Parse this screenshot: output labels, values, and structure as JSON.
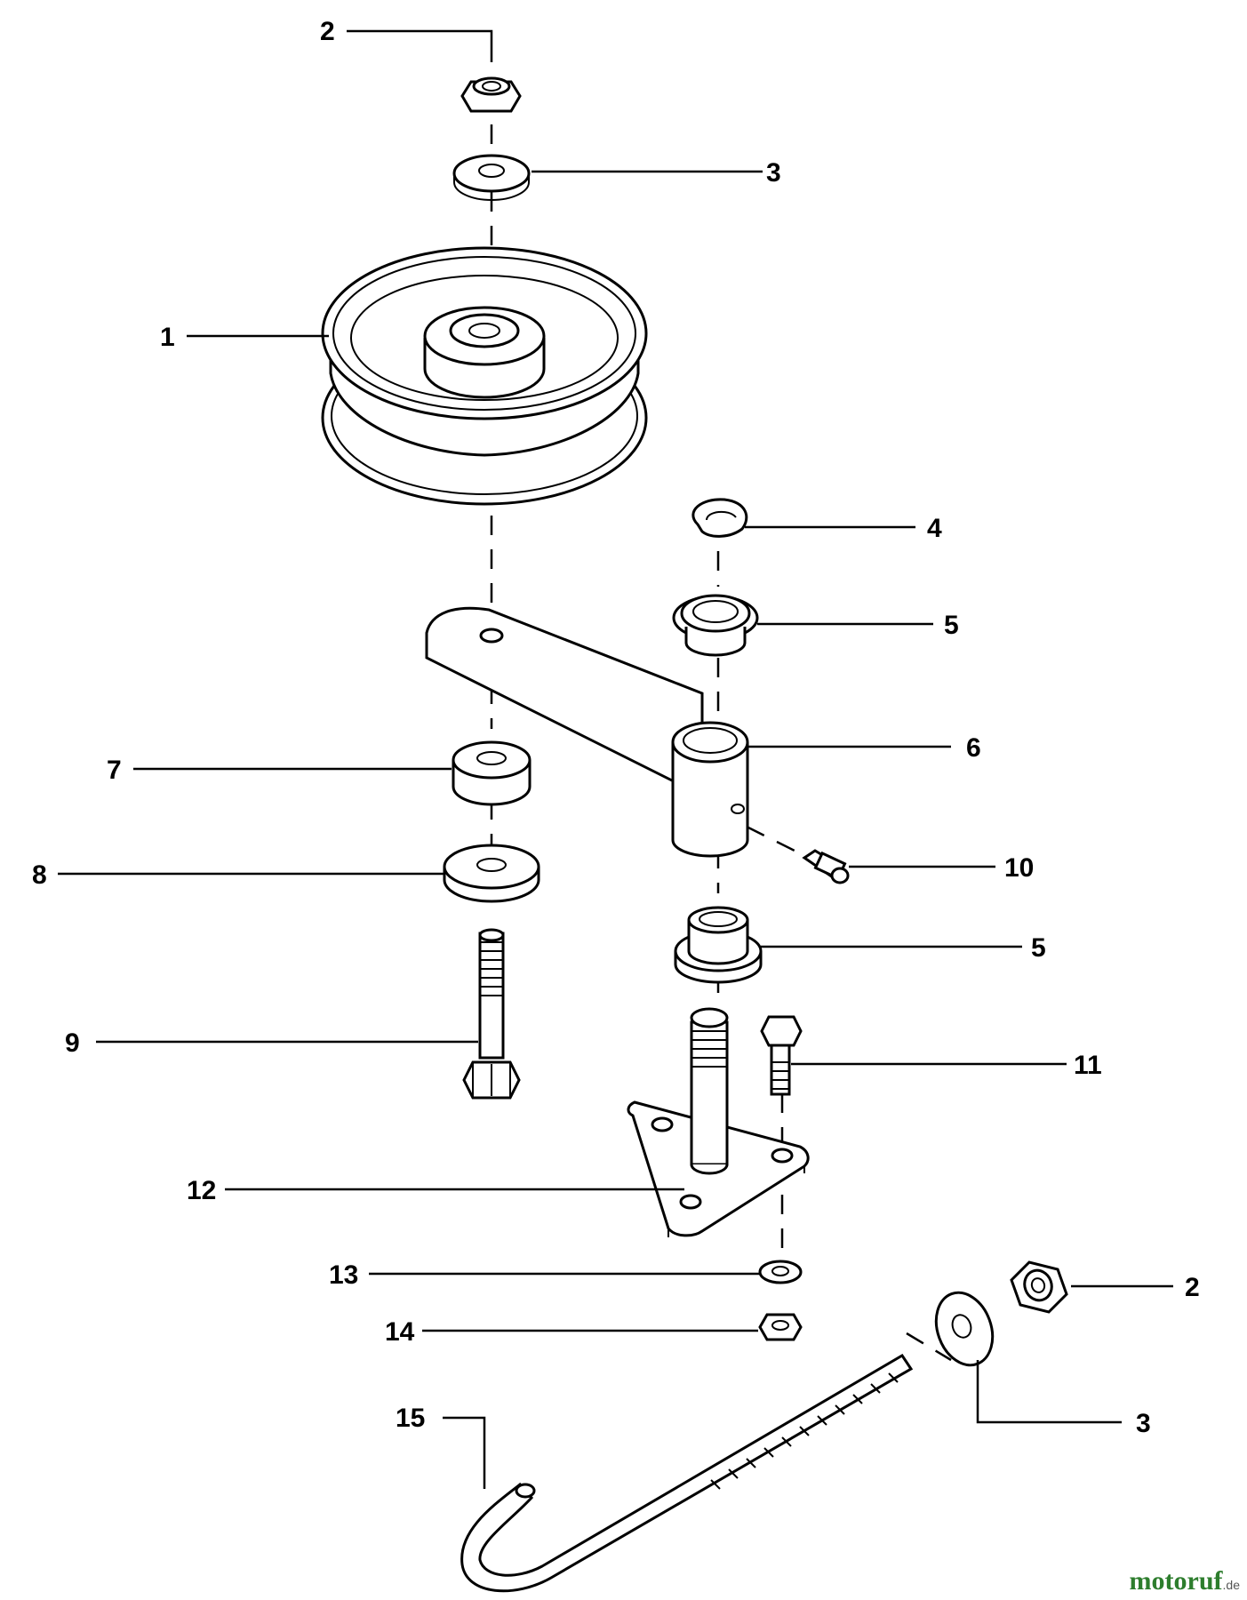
{
  "callouts": {
    "c1": "1",
    "c2_top": "2",
    "c3_top": "3",
    "c4": "4",
    "c5_top": "5",
    "c6": "6",
    "c7": "7",
    "c8": "8",
    "c9": "9",
    "c10": "10",
    "c5_bottom": "5",
    "c11": "11",
    "c12": "12",
    "c13": "13",
    "c14": "14",
    "c2_bottom": "2",
    "c15": "15",
    "c3_bottom": "3"
  },
  "watermark": {
    "brand": "motoruf",
    "tld": ".de"
  }
}
